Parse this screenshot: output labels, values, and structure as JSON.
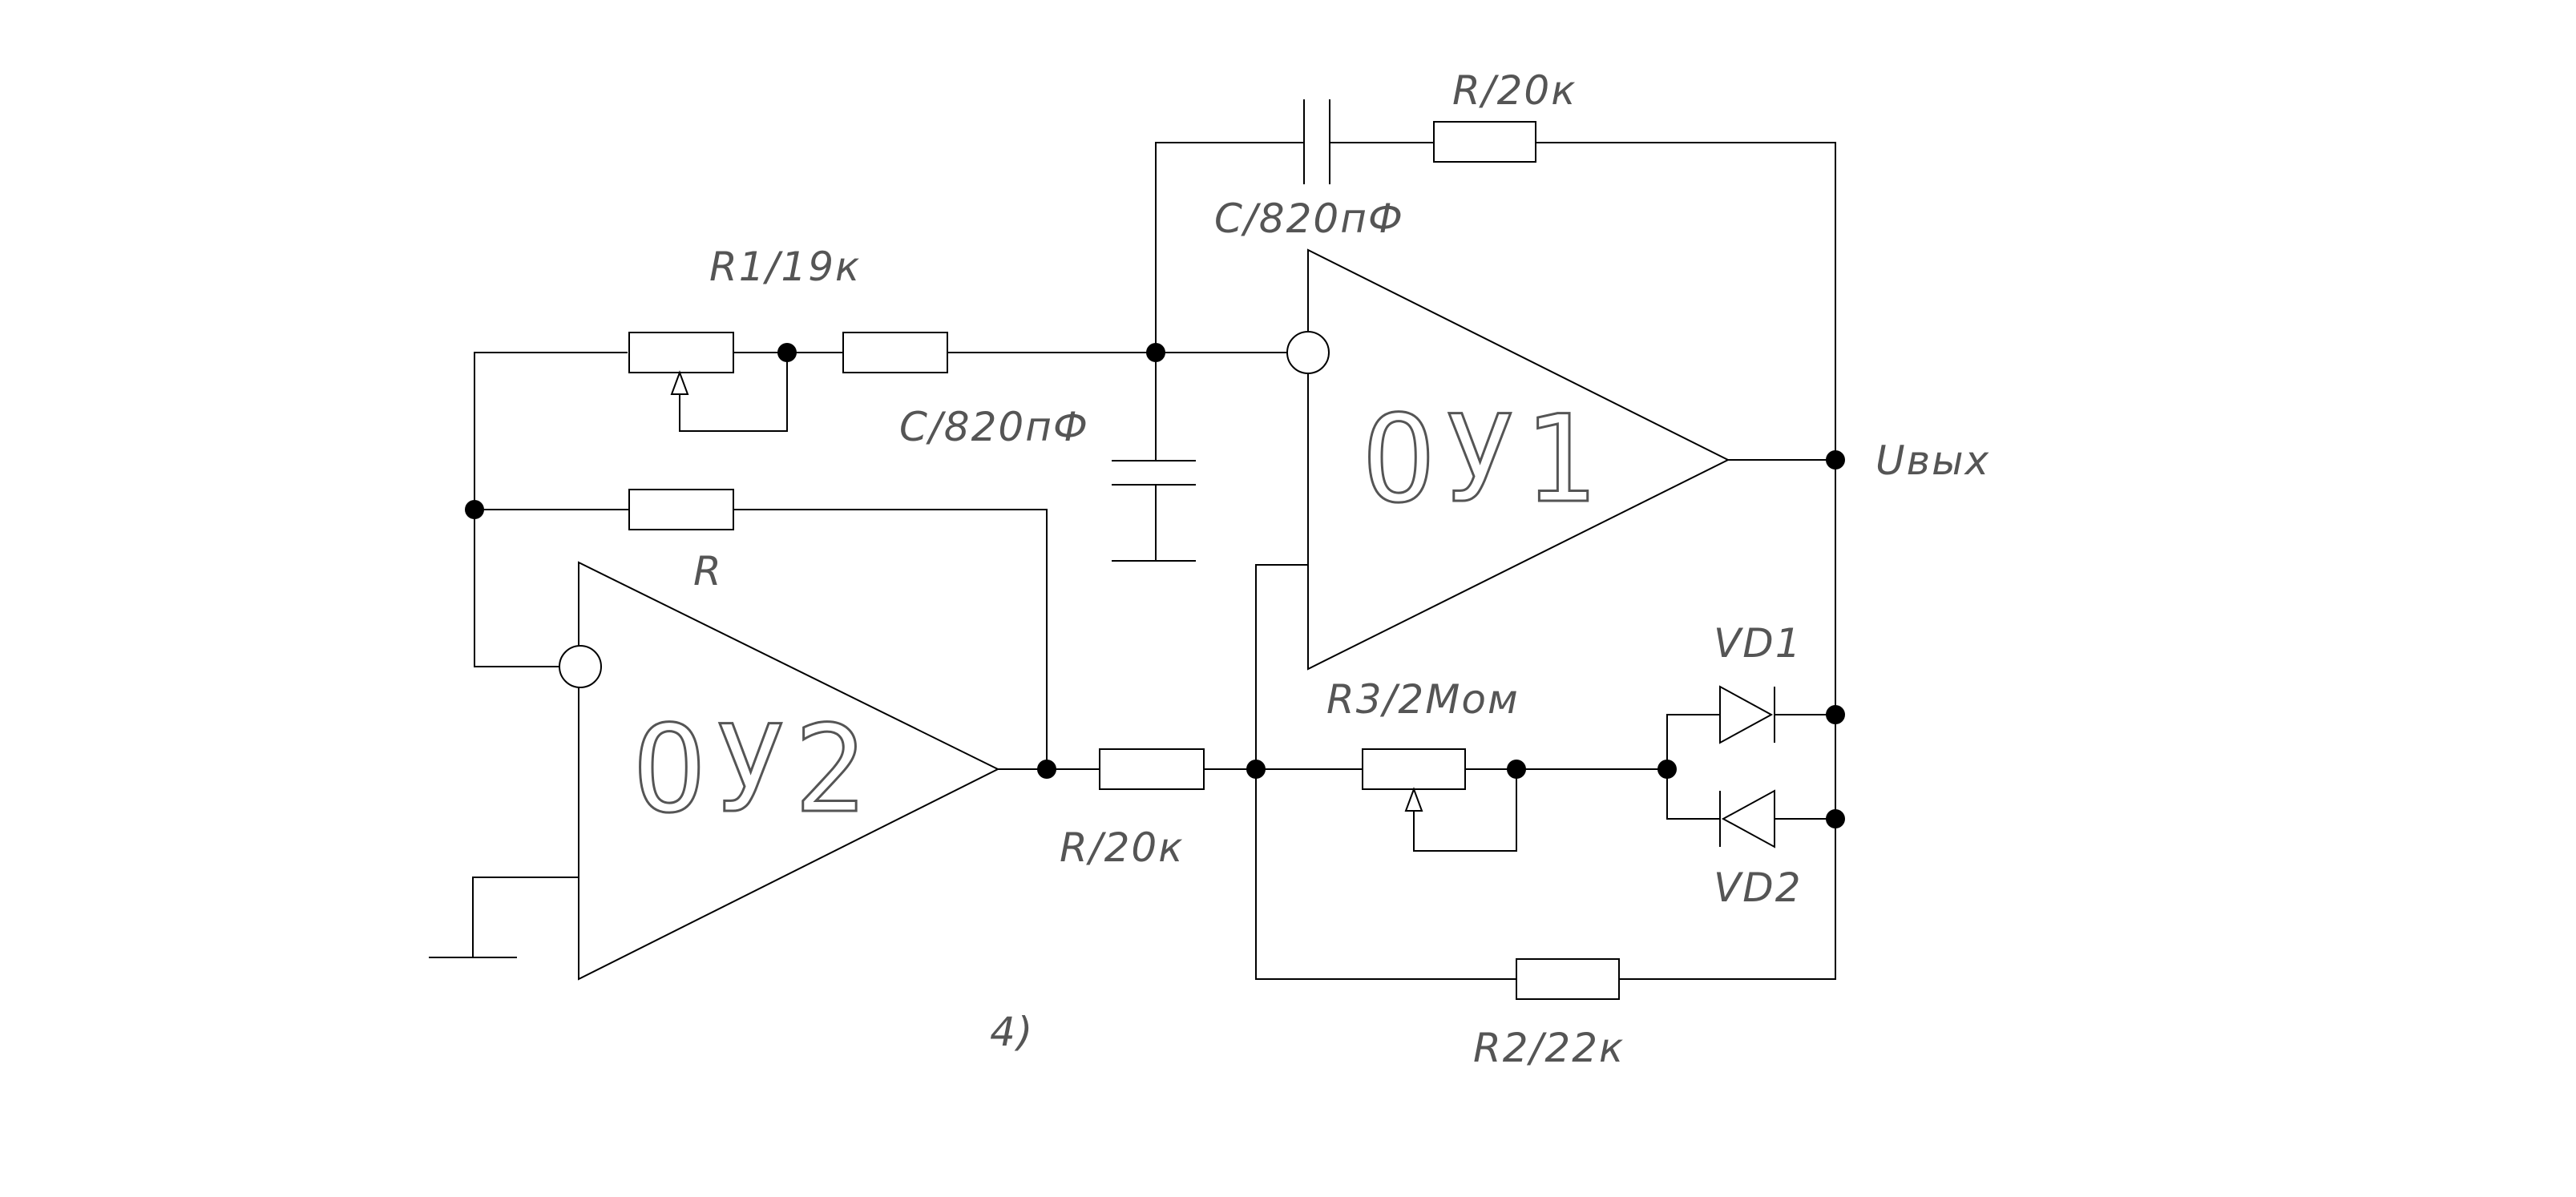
{
  "labels": {
    "r_top": "R/20к",
    "c_top": "C/820пФ",
    "r1": "R1/19к",
    "c_mid": "C/820пФ",
    "r_fb": "R",
    "r_mid": "R/20к",
    "r3": "R3/2Мом",
    "vd1": "VD1",
    "vd2": "VD2",
    "r2": "R2/22к",
    "uout": "Uвых",
    "fig": "4)"
  },
  "amplifiers": {
    "ou1": "ОУ1",
    "ou2": "ОУ2"
  }
}
